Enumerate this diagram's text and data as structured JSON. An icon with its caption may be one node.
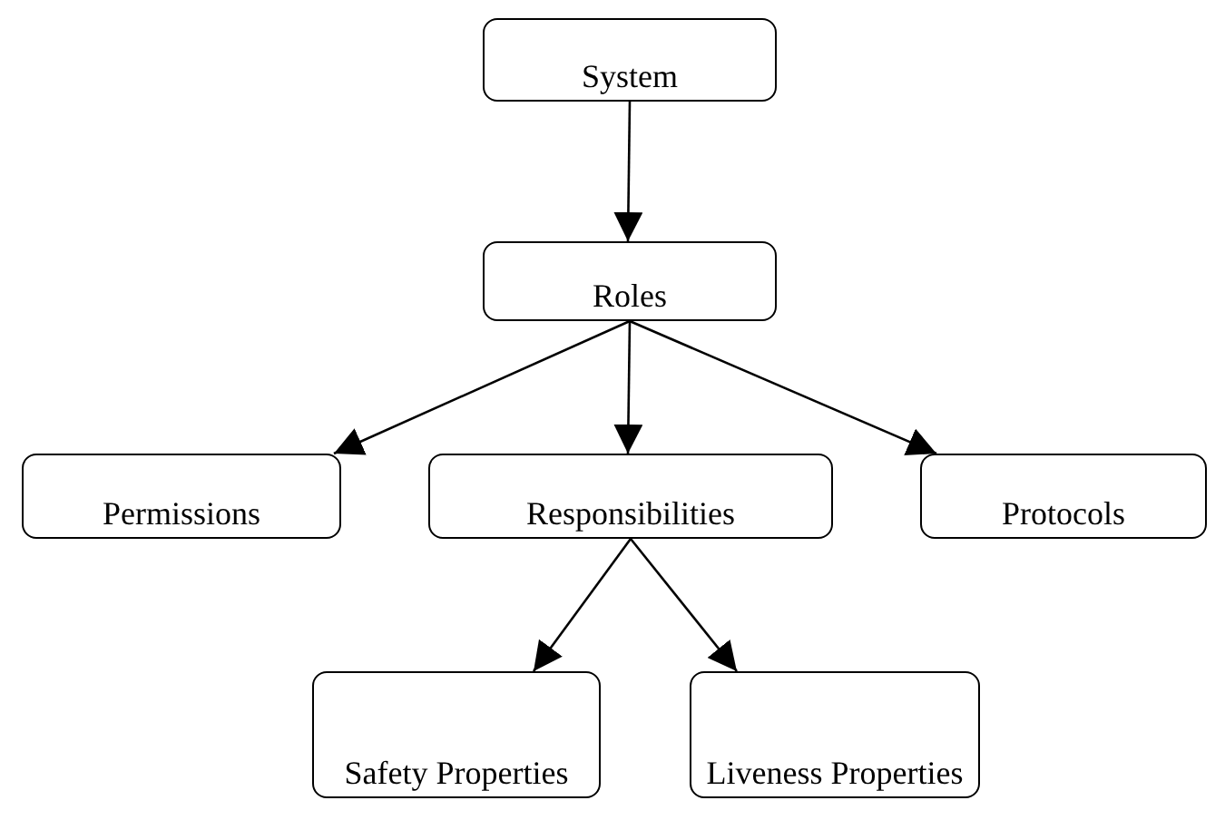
{
  "diagram": {
    "nodes": [
      {
        "text": [
          "System"
        ]
      },
      {
        "text": [
          "Roles"
        ]
      },
      {
        "text": [
          "Permissions"
        ]
      },
      {
        "text": [
          "Responsibilities"
        ]
      },
      {
        "text": [
          "Protocols"
        ]
      },
      {
        "text": [
          "Safety Properties"
        ]
      },
      {
        "text": [
          "Liveness Properties"
        ]
      }
    ],
    "edges": [
      {
        "from": 0,
        "to": 1,
        "arrow": "to"
      },
      {
        "from": 1,
        "to": 2,
        "arrow": "to"
      },
      {
        "from": 1,
        "to": 3,
        "arrow": "to"
      },
      {
        "from": 1,
        "to": 4,
        "arrow": "to"
      },
      {
        "from": 3,
        "to": 5,
        "arrow": "to"
      },
      {
        "from": 3,
        "to": 6,
        "arrow": "to"
      }
    ]
  }
}
